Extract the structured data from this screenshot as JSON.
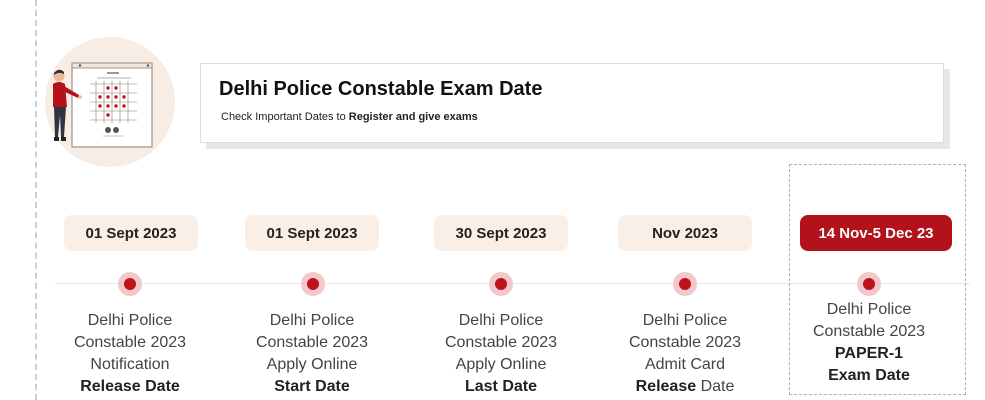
{
  "header": {
    "title": "Delhi Police Constable Exam Date",
    "subtitle_prefix": "Check Important Dates to ",
    "subtitle_bold": "Register and give exams"
  },
  "timeline": [
    {
      "date": "01 Sept 2023",
      "line1": "Delhi Police",
      "line2": "Constable 2023",
      "line3": "Notification",
      "line4_bold": "Release Date",
      "line4_rest": ""
    },
    {
      "date": "01 Sept 2023",
      "line1": "Delhi Police",
      "line2": "Constable 2023",
      "line3": "Apply Online",
      "line4_bold": "Start Date",
      "line4_rest": ""
    },
    {
      "date": "30 Sept 2023",
      "line1": "Delhi Police",
      "line2": "Constable 2023",
      "line3": "Apply Online",
      "line4_bold": "Last Date",
      "line4_rest": ""
    },
    {
      "date": "Nov 2023",
      "line1": "Delhi Police",
      "line2": "Constable 2023",
      "line3": "Admit Card",
      "line4_bold": "Release",
      "line4_rest": " Date"
    },
    {
      "date": "14 Nov-5 Dec 23",
      "line1": "Delhi Police",
      "line2": "Constable 2023",
      "line3_bold": "PAPER-1",
      "line4_bold": "Exam Date",
      "line4_rest": ""
    }
  ],
  "colors": {
    "accent": "#c1121c",
    "pill_bg": "#f9efe7",
    "active_pill_bg": "#b3121a"
  },
  "icons": {
    "illustration": "presenter-with-board-icon"
  }
}
